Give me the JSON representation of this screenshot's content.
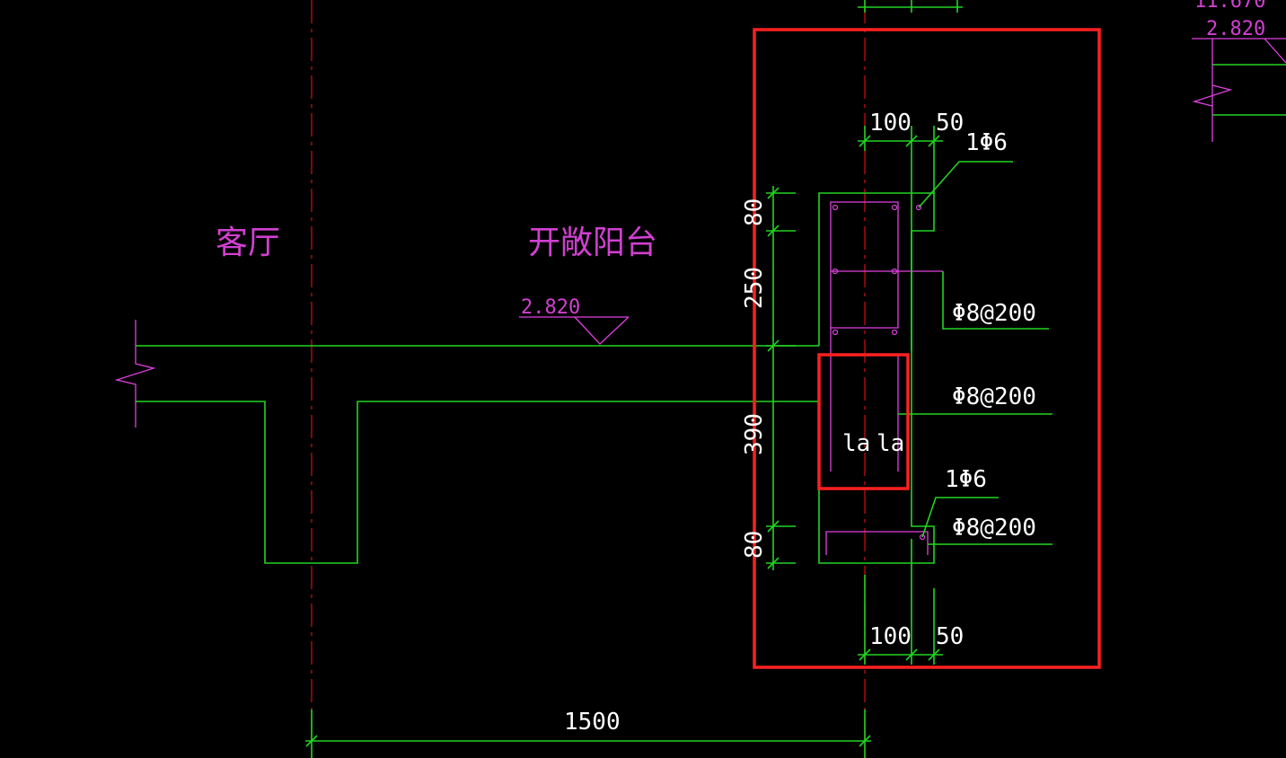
{
  "labels": {
    "room_living": "客厅",
    "room_balcony": "开敞阳台",
    "elevation_main": "2.820",
    "elevation_corner": "2.820",
    "elevation_corner_top": "11.670"
  },
  "dimensions": {
    "top_width": "100",
    "top_cover": "50",
    "bottom_width": "100",
    "bottom_cover": "50",
    "h_top": "80",
    "h_upper": "250",
    "h_middle": "390",
    "h_bottom": "80",
    "span": "1500"
  },
  "rebar": {
    "top_bar": "1Φ6",
    "bottom_bar": "1Φ6",
    "stirrup_1": "Φ8@200",
    "stirrup_2": "Φ8@200",
    "stirrup_3": "Φ8@200",
    "anchor_left": "la",
    "anchor_right": "la"
  },
  "colors": {
    "background": "#000000",
    "outline": "#22d422",
    "rebar": "#e040e0",
    "text": "#ffffff",
    "highlight": "#ff2020",
    "axis": "#d01010"
  }
}
